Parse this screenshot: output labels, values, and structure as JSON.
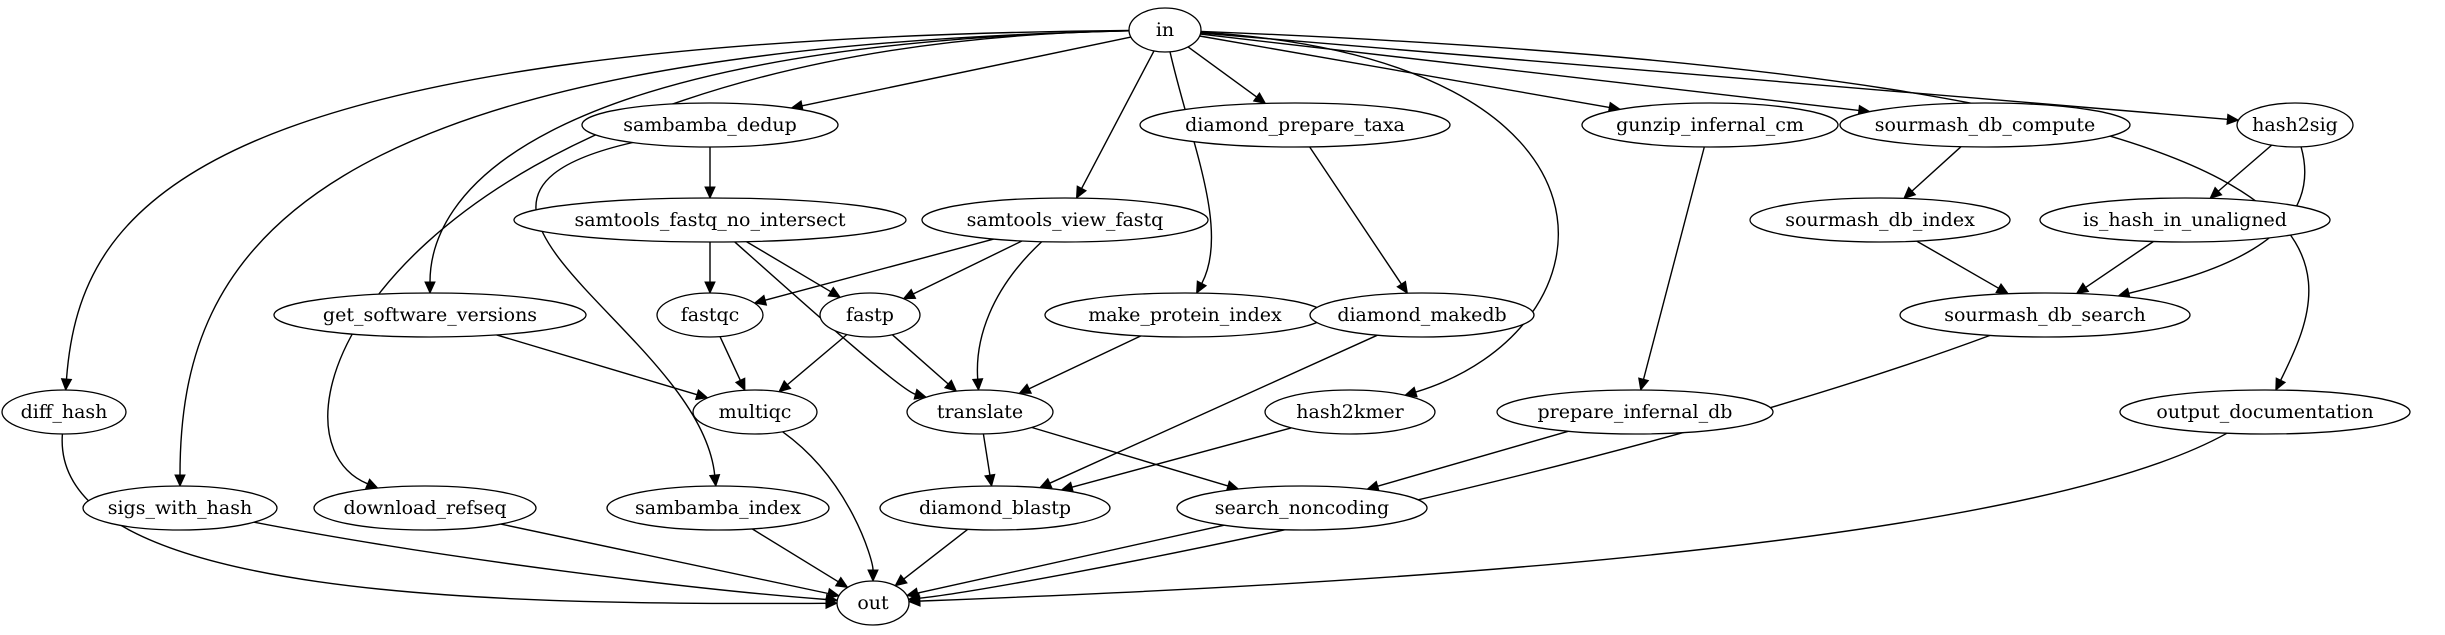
{
  "diagram": {
    "type": "directed-graph",
    "nodes": [
      {
        "id": "in",
        "label": "in"
      },
      {
        "id": "sambamba_dedup",
        "label": "sambamba_dedup"
      },
      {
        "id": "diamond_prepare_taxa",
        "label": "diamond_prepare_taxa"
      },
      {
        "id": "gunzip_infernal_cm",
        "label": "gunzip_infernal_cm"
      },
      {
        "id": "sourmash_db_compute",
        "label": "sourmash_db_compute"
      },
      {
        "id": "hash2sig",
        "label": "hash2sig"
      },
      {
        "id": "samtools_fastq_no_intersect",
        "label": "samtools_fastq_no_intersect"
      },
      {
        "id": "samtools_view_fastq",
        "label": "samtools_view_fastq"
      },
      {
        "id": "sourmash_db_index",
        "label": "sourmash_db_index"
      },
      {
        "id": "is_hash_in_unaligned",
        "label": "is_hash_in_unaligned"
      },
      {
        "id": "get_software_versions",
        "label": "get_software_versions"
      },
      {
        "id": "fastqc",
        "label": "fastqc"
      },
      {
        "id": "fastp",
        "label": "fastp"
      },
      {
        "id": "make_protein_index",
        "label": "make_protein_index"
      },
      {
        "id": "diamond_makedb",
        "label": "diamond_makedb"
      },
      {
        "id": "sourmash_db_search",
        "label": "sourmash_db_search"
      },
      {
        "id": "diff_hash",
        "label": "diff_hash"
      },
      {
        "id": "multiqc",
        "label": "multiqc"
      },
      {
        "id": "translate",
        "label": "translate"
      },
      {
        "id": "hash2kmer",
        "label": "hash2kmer"
      },
      {
        "id": "prepare_infernal_db",
        "label": "prepare_infernal_db"
      },
      {
        "id": "output_documentation",
        "label": "output_documentation"
      },
      {
        "id": "sigs_with_hash",
        "label": "sigs_with_hash"
      },
      {
        "id": "download_refseq",
        "label": "download_refseq"
      },
      {
        "id": "sambamba_index",
        "label": "sambamba_index"
      },
      {
        "id": "diamond_blastp",
        "label": "diamond_blastp"
      },
      {
        "id": "search_noncoding",
        "label": "search_noncoding"
      },
      {
        "id": "out",
        "label": "out"
      }
    ],
    "edges": [
      {
        "from": "in",
        "to": "diff_hash"
      },
      {
        "from": "in",
        "to": "sigs_with_hash"
      },
      {
        "from": "in",
        "to": "download_refseq"
      },
      {
        "from": "in",
        "to": "get_software_versions"
      },
      {
        "from": "in",
        "to": "sambamba_dedup"
      },
      {
        "from": "in",
        "to": "samtools_view_fastq"
      },
      {
        "from": "in",
        "to": "make_protein_index"
      },
      {
        "from": "in",
        "to": "diamond_prepare_taxa"
      },
      {
        "from": "in",
        "to": "hash2kmer"
      },
      {
        "from": "in",
        "to": "gunzip_infernal_cm"
      },
      {
        "from": "in",
        "to": "sourmash_db_compute"
      },
      {
        "from": "in",
        "to": "hash2sig"
      },
      {
        "from": "in",
        "to": "output_documentation"
      },
      {
        "from": "sambamba_dedup",
        "to": "samtools_fastq_no_intersect"
      },
      {
        "from": "sambamba_dedup",
        "to": "sambamba_index"
      },
      {
        "from": "samtools_fastq_no_intersect",
        "to": "fastqc"
      },
      {
        "from": "samtools_fastq_no_intersect",
        "to": "fastp"
      },
      {
        "from": "samtools_fastq_no_intersect",
        "to": "translate"
      },
      {
        "from": "samtools_view_fastq",
        "to": "fastqc"
      },
      {
        "from": "samtools_view_fastq",
        "to": "fastp"
      },
      {
        "from": "samtools_view_fastq",
        "to": "translate"
      },
      {
        "from": "diamond_prepare_taxa",
        "to": "diamond_makedb"
      },
      {
        "from": "gunzip_infernal_cm",
        "to": "prepare_infernal_db"
      },
      {
        "from": "sourmash_db_compute",
        "to": "sourmash_db_index"
      },
      {
        "from": "hash2sig",
        "to": "is_hash_in_unaligned"
      },
      {
        "from": "hash2sig",
        "to": "sourmash_db_search"
      },
      {
        "from": "sourmash_db_index",
        "to": "sourmash_db_search"
      },
      {
        "from": "is_hash_in_unaligned",
        "to": "sourmash_db_search"
      },
      {
        "from": "get_software_versions",
        "to": "multiqc"
      },
      {
        "from": "fastqc",
        "to": "multiqc"
      },
      {
        "from": "fastp",
        "to": "multiqc"
      },
      {
        "from": "fastp",
        "to": "translate"
      },
      {
        "from": "make_protein_index",
        "to": "translate"
      },
      {
        "from": "diamond_makedb",
        "to": "diamond_blastp"
      },
      {
        "from": "translate",
        "to": "diamond_blastp"
      },
      {
        "from": "translate",
        "to": "search_noncoding"
      },
      {
        "from": "hash2kmer",
        "to": "diamond_blastp"
      },
      {
        "from": "prepare_infernal_db",
        "to": "search_noncoding"
      },
      {
        "from": "diff_hash",
        "to": "out"
      },
      {
        "from": "sigs_with_hash",
        "to": "out"
      },
      {
        "from": "download_refseq",
        "to": "out"
      },
      {
        "from": "sambamba_index",
        "to": "out"
      },
      {
        "from": "multiqc",
        "to": "out"
      },
      {
        "from": "diamond_blastp",
        "to": "out"
      },
      {
        "from": "search_noncoding",
        "to": "out"
      },
      {
        "from": "sourmash_db_search",
        "to": "out"
      },
      {
        "from": "output_documentation",
        "to": "out"
      }
    ]
  }
}
